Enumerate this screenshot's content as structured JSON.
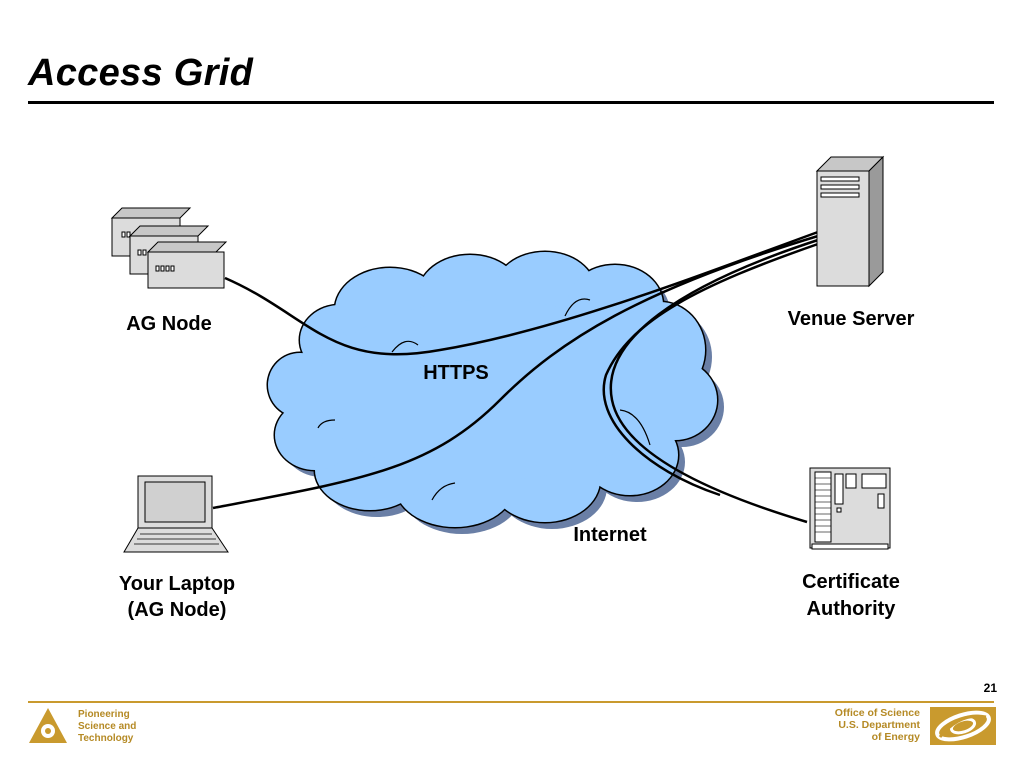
{
  "slide": {
    "title": "Access Grid",
    "page_number": "21"
  },
  "diagram": {
    "nodes": [
      {
        "id": "ag-node",
        "label": "AG Node",
        "icon": "stacked-node-boxes-icon"
      },
      {
        "id": "venue-server",
        "label": "Venue Server",
        "icon": "tower-server-icon"
      },
      {
        "id": "laptop",
        "label": "Your Laptop\n(AG Node)",
        "icon": "laptop-icon"
      },
      {
        "id": "certificate-authority",
        "label": "Certificate\nAuthority",
        "icon": "certificate-authority-icon"
      }
    ],
    "cloud": {
      "label": "Internet",
      "color": "#99ccff"
    },
    "connections": [
      {
        "from": "ag-node",
        "to": "venue-server",
        "label": "HTTPS"
      },
      {
        "from": "laptop",
        "to": "venue-server"
      },
      {
        "from": "venue-server",
        "to": "certificate-authority"
      },
      {
        "from": "venue-server",
        "to": "certificate-authority"
      }
    ]
  },
  "footer": {
    "tagline": "Pioneering\nScience and\nTechnology",
    "agency": "Office of Science\nU.S. Department\nof Energy",
    "accent_color": "#c99a2e",
    "left_logo": "argonne-logo-icon",
    "right_logo": "doe-office-of-science-logo-icon"
  }
}
